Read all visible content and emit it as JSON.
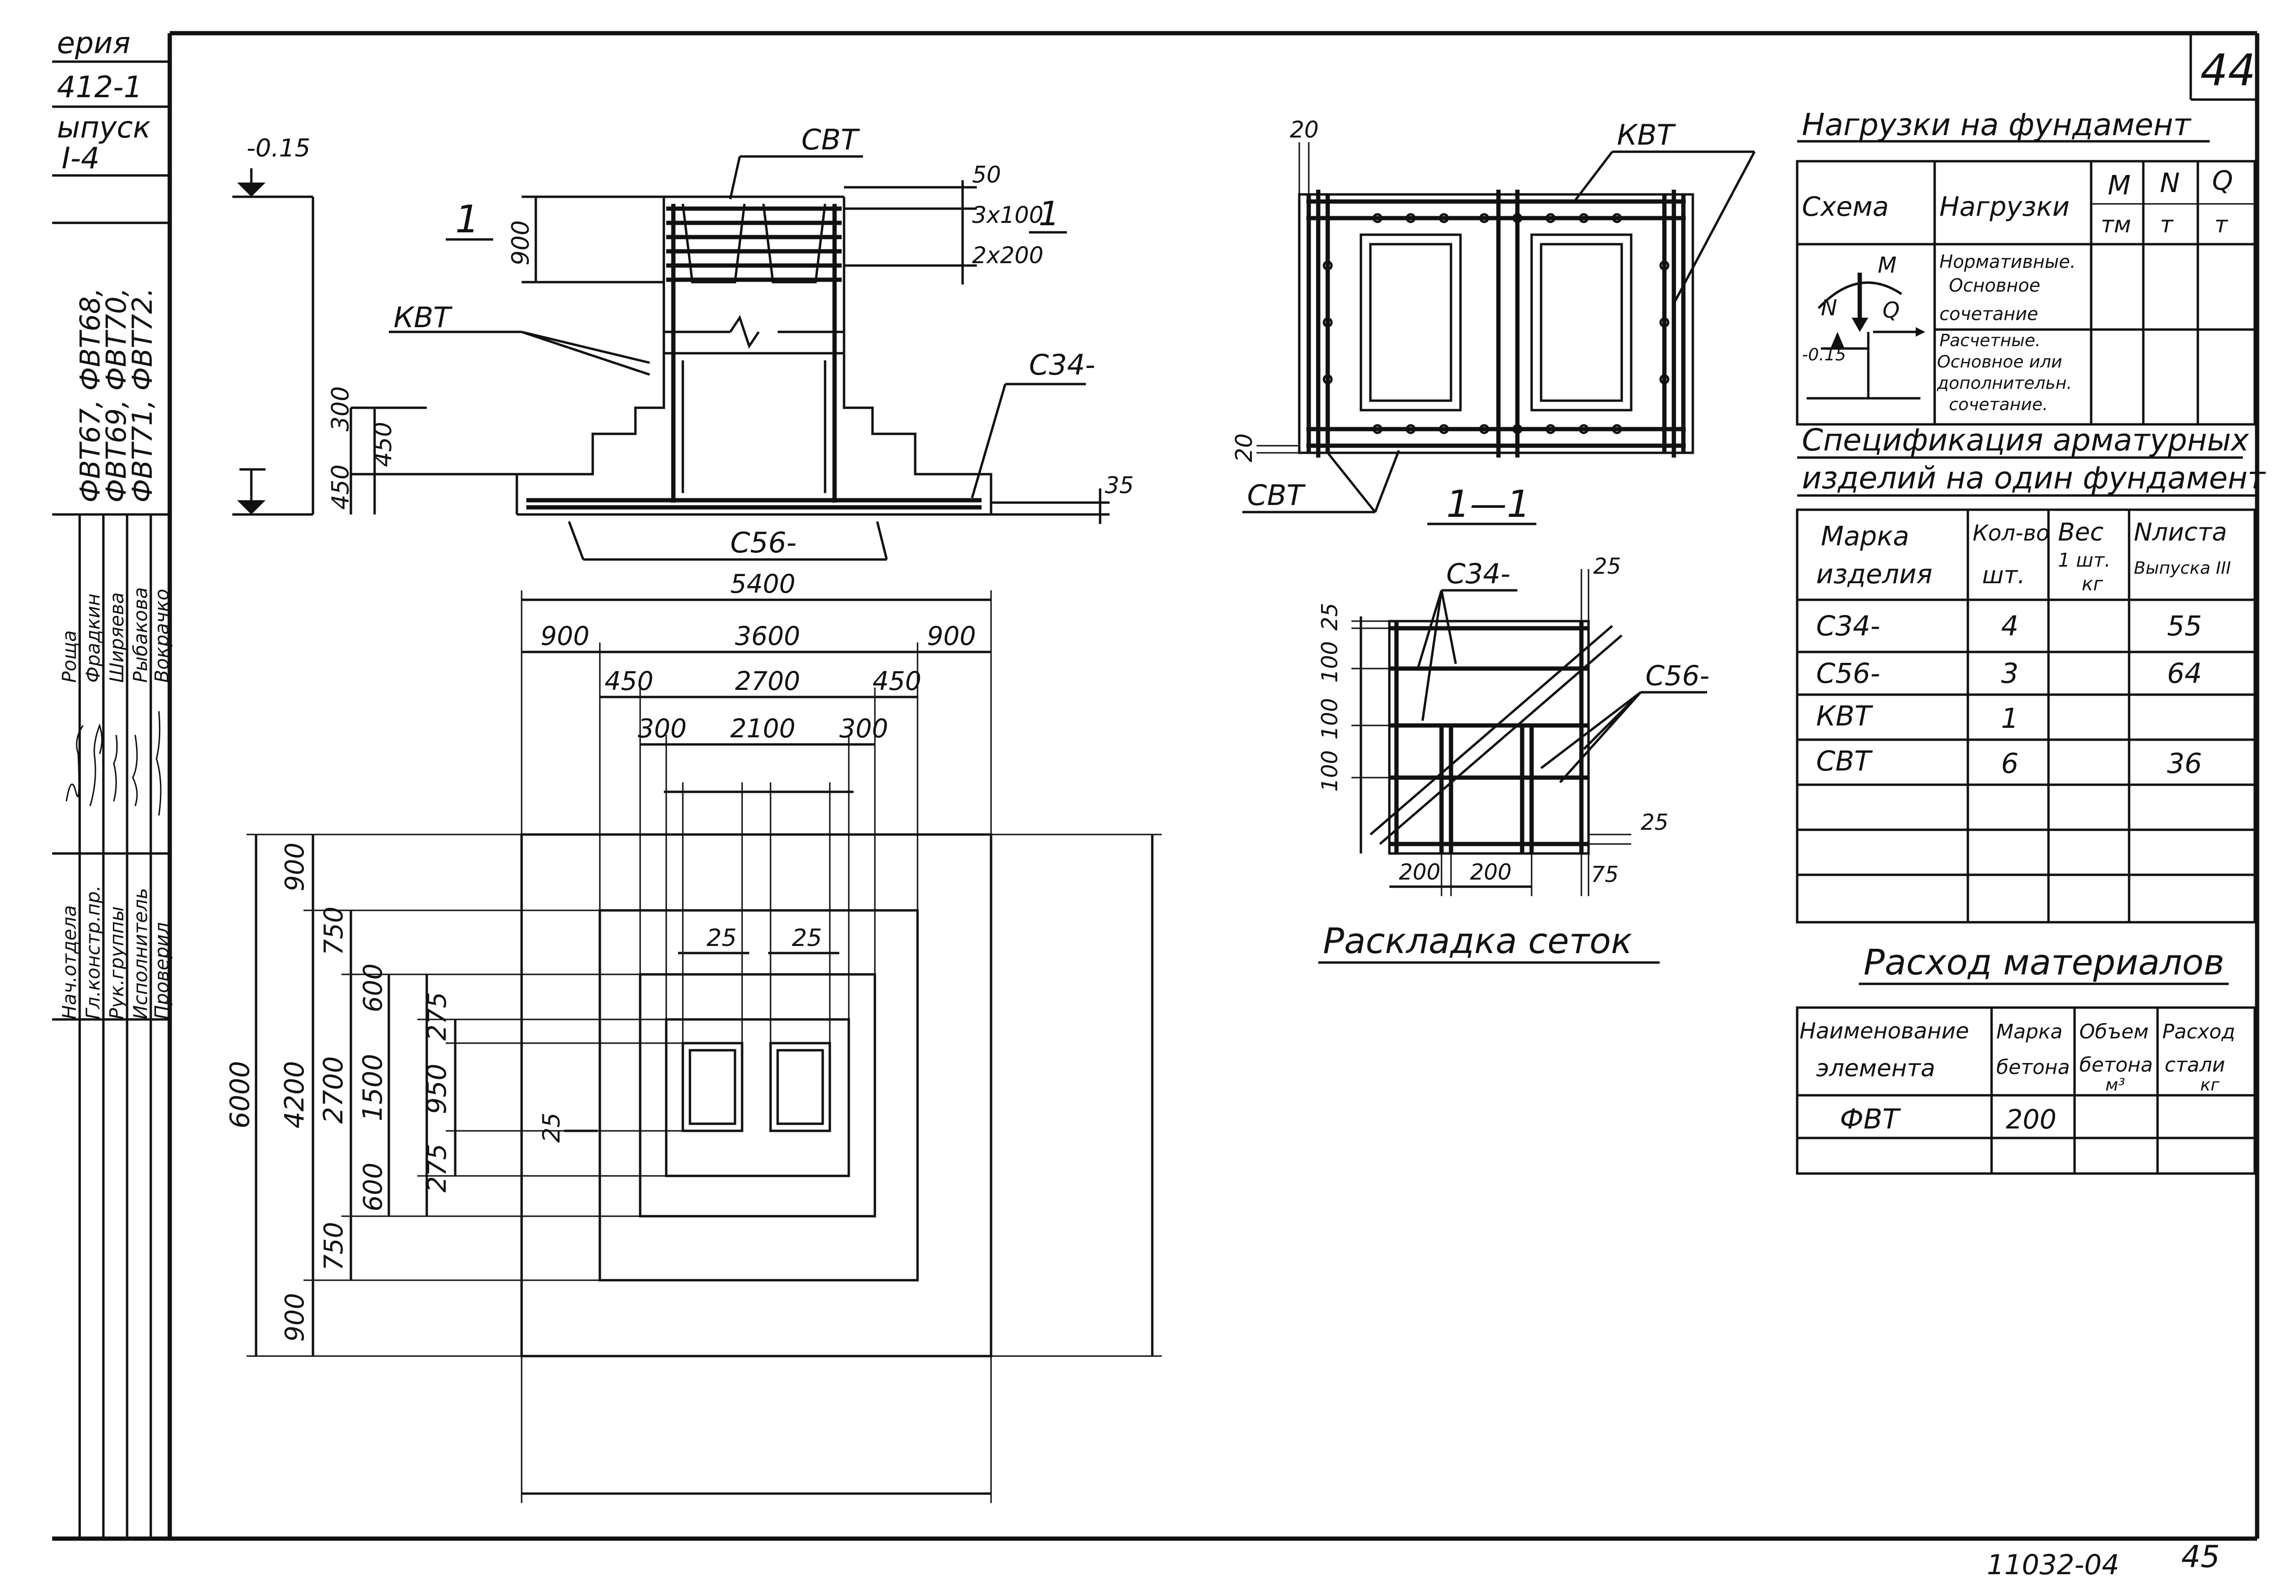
{
  "title_block": {
    "series_label": "ерия",
    "series_number": "412-1",
    "issue_label": "ыпуск",
    "issue_number": "I-4",
    "marks_line1": "ФВТ67, ФВТ68,",
    "marks_line2": "ФВТ69, ФВТ70,",
    "marks_line3": "ФВТ71, ФВТ72.",
    "roles": [
      "Нач.отдела",
      "Гл.констр.пр.",
      "Рук.группы",
      "Исполнитель",
      "Проверил"
    ],
    "names": [
      "Роща",
      "Фрадкин",
      "Ширяева",
      "Рыбакова",
      "Вокрачко"
    ]
  },
  "sheet_number": "44",
  "footer": {
    "code": "11032-04",
    "page": "45"
  },
  "elevation": {
    "section_mark": "1",
    "section_mark_right": "1",
    "level_top": "-0.15",
    "label_cbt": "СВТ",
    "label_kbt": "КВТ",
    "label_c34": "С34-",
    "label_c56": "С56-",
    "dims": {
      "d50": "50",
      "d3x100": "3х100",
      "d2x200": "2х200",
      "d900": "900",
      "d300": "300",
      "d450a": "450",
      "d450b": "450",
      "d35": "35"
    }
  },
  "plan_top": {
    "label_kbt": "КВТ",
    "label_cbt": "СВТ",
    "d20a": "20",
    "d20b": "20",
    "section_title": "1—1"
  },
  "plan": {
    "dims_h": {
      "d5400": "5400",
      "d900l": "900",
      "d3600": "3600",
      "d900r": "900",
      "d450l": "450",
      "d2700": "2700",
      "d450r": "450",
      "d300l": "300",
      "d2100": "2100",
      "d300r": "300",
      "d25a": "25",
      "d25b": "25"
    },
    "dims_v": {
      "d6000": "6000",
      "d4200": "4200",
      "d2700": "2700",
      "d1500": "1500",
      "d950": "950",
      "d900t": "900",
      "d750t": "750",
      "d600t": "600",
      "d275t": "275",
      "d275b": "275",
      "d600b": "600",
      "d750b": "750",
      "d900b": "900",
      "d25": "25"
    }
  },
  "mesh": {
    "label_c34": "С34-",
    "label_c56": "С56-",
    "d25t": "25",
    "d25r": "25",
    "d25l": "25",
    "d100a": "100",
    "d100b": "100",
    "d100c": "100",
    "d200a": "200",
    "d200b": "200",
    "d75": "75",
    "caption": "Раскладка сеток"
  },
  "loads": {
    "title": "Нагрузки на фундамент",
    "header": [
      "Схема",
      "Нагрузки",
      "М",
      "N",
      "Q"
    ],
    "units": [
      "тм",
      "т",
      "т"
    ],
    "scheme_labels": {
      "m": "M",
      "n": "N",
      "q": "Q",
      "level": "-0.15"
    },
    "rows": [
      {
        "line1": "Нормативные.",
        "line2": "Основное",
        "line3": "сочетание"
      },
      {
        "line1": "Расчетные.",
        "line2": "Основное или",
        "line3": "дополнительн.",
        "line4": "сочетание."
      }
    ]
  },
  "spec": {
    "title_line1": "Спецификация арматурных",
    "title_line2": "изделий на один фундамент",
    "header": {
      "c1a": "Марка",
      "c1b": "изделия",
      "c2a": "Кол-во",
      "c2b": "шт.",
      "c3a": "Вес",
      "c3b": "1 шт.",
      "c3c": "кг",
      "c4a": "Nлиста",
      "c4b": "Выпуска III"
    },
    "rows": [
      {
        "mark": "С34-",
        "qty": "4",
        "weight": "",
        "sheet": "55"
      },
      {
        "mark": "С56-",
        "qty": "3",
        "weight": "",
        "sheet": "64"
      },
      {
        "mark": "КВТ",
        "qty": "1",
        "weight": "",
        "sheet": ""
      },
      {
        "mark": "СВТ",
        "qty": "6",
        "weight": "",
        "sheet": "36"
      }
    ]
  },
  "materials": {
    "title": "Расход материалов",
    "header": {
      "c1a": "Наименование",
      "c1b": "элемента",
      "c2a": "Марка",
      "c2b": "бетона",
      "c3a": "Объем",
      "c3b": "бетона",
      "c3c": "м³",
      "c4a": "Расход",
      "c4b": "стали",
      "c4c": "кг"
    },
    "rows": [
      {
        "name": "ФВТ",
        "grade": "200",
        "volume": "",
        "steel": ""
      }
    ]
  }
}
